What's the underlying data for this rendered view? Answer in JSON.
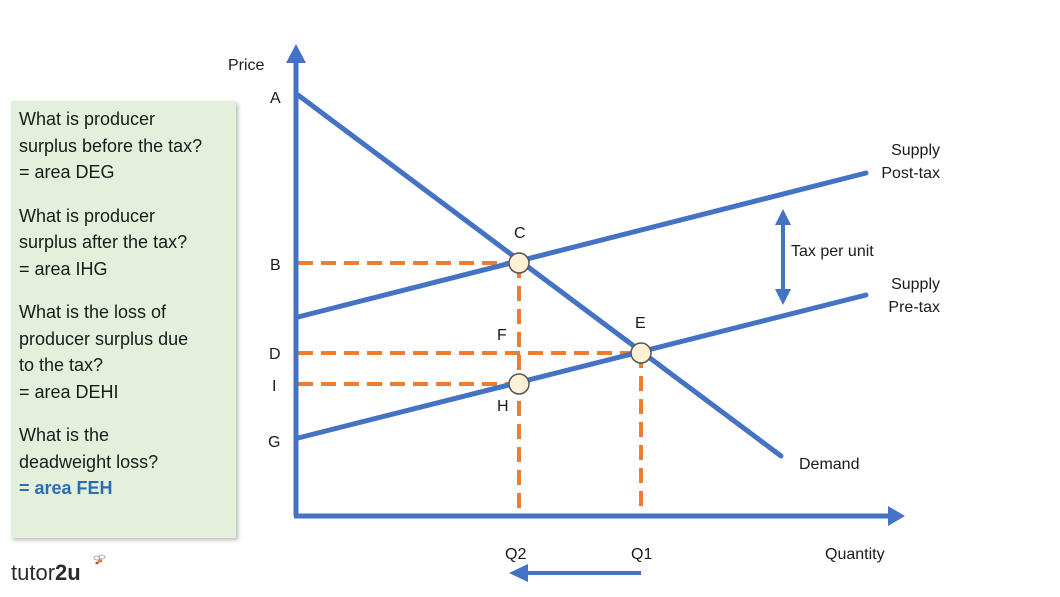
{
  "panel": {
    "items": [
      {
        "question": [
          "What is producer",
          "surplus before the tax?"
        ],
        "answer": "= area DEG",
        "highlight": false
      },
      {
        "question": [
          "What is producer",
          "surplus after the tax?"
        ],
        "answer": "= area IHG",
        "highlight": false
      },
      {
        "question": [
          "What is the loss of",
          "producer surplus due",
          "to the tax?"
        ],
        "answer": "= area DEHI",
        "highlight": false
      },
      {
        "question": [
          "What is the",
          "deadweight loss?"
        ],
        "answer": "= area FEH",
        "highlight": true
      }
    ]
  },
  "logo": {
    "text_light": "tutor",
    "text_bold": "2u"
  },
  "diagram": {
    "axis_y_label": "Price",
    "axis_x_label": "Quantity",
    "price_labels": {
      "A": "A",
      "B": "B",
      "D": "D",
      "I": "I",
      "G": "G"
    },
    "point_labels": {
      "C": "C",
      "E": "E",
      "F": "F",
      "H": "H"
    },
    "quantity_labels": {
      "Q2": "Q2",
      "Q1": "Q1"
    },
    "supply_post_tax": [
      "Supply",
      "Post-tax"
    ],
    "supply_pre_tax": [
      "Supply",
      "Pre-tax"
    ],
    "demand": "Demand",
    "tax_label": "Tax per unit",
    "colors": {
      "line": "#4472c4",
      "dash": "#ed7d31",
      "point_fill": "#fdf0d5",
      "panel": "#e3f1dc",
      "highlight": "#2d6cb5"
    }
  }
}
